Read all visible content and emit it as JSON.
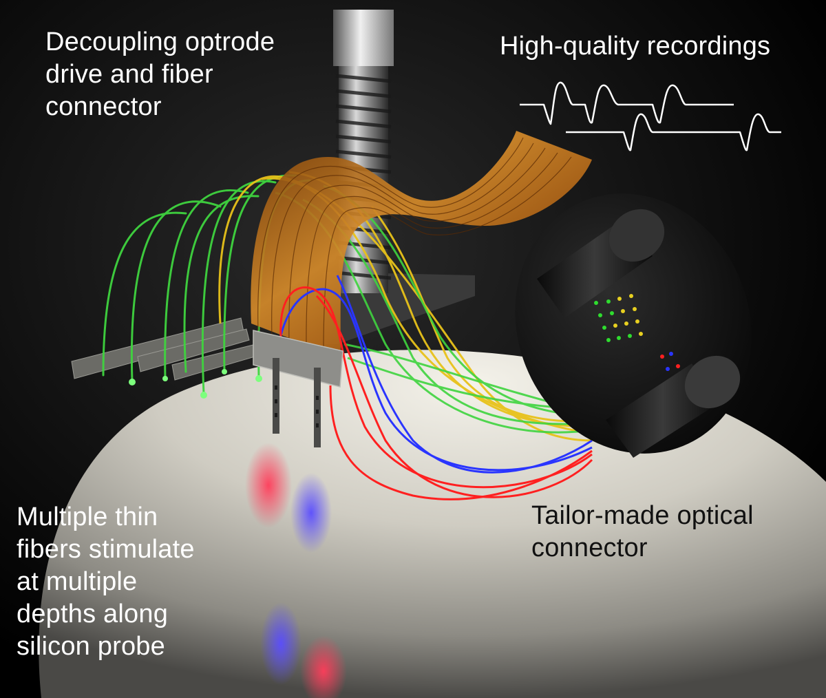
{
  "labels": {
    "drive": "Decoupling optrode\ndrive and fiber\nconnector",
    "recordings": "High-quality recordings",
    "fibers": "Multiple thin\nfibers stimulate\nat multiple\ndepths along\nsilicon probe",
    "connector": "Tailor-made optical\nconnector"
  },
  "colors": {
    "background": "#000000",
    "brain_surface": "#d9d6cc",
    "fiber_green": "#3fd43f",
    "fiber_yellow": "#e8c21a",
    "fiber_blue": "#2a35ff",
    "fiber_red": "#ff2020",
    "flex_cable": "#c8741a",
    "label_light": "#ffffff",
    "label_dark": "#111111"
  }
}
